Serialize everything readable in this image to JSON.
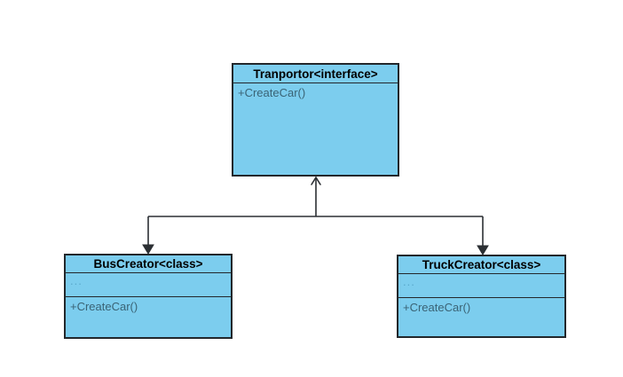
{
  "diagram": {
    "kind": "uml-class-diagram",
    "boxes": {
      "interface": {
        "title": "Tranportor<interface>",
        "method": "+CreateCar()"
      },
      "bus": {
        "title": "BusCreator<class>",
        "attributes_placeholder": "...",
        "method": "+CreateCar()"
      },
      "truck": {
        "title": "TruckCreator<class>",
        "attributes_placeholder": "...",
        "method": "+CreateCar()"
      }
    },
    "connector": {
      "shape": "orthogonal-tree",
      "arrow_into_interface": "open-arrowhead-up",
      "arrow_into_bus": "filled-arrowhead-down",
      "arrow_into_truck": "filled-arrowhead-down"
    }
  },
  "colors": {
    "canvas_bg": "#ffffff",
    "box_fill": "#7ccdee",
    "box_border": "#23272b",
    "header_text": "#000000",
    "method_text": "#3a6375",
    "dots_text": "#58a8ca",
    "connector": "#2b2f33"
  }
}
